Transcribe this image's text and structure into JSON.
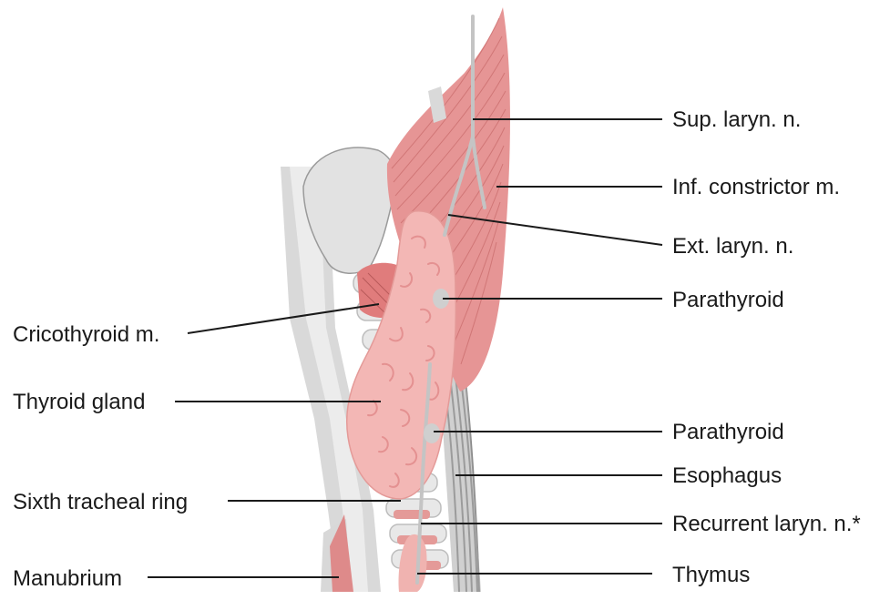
{
  "labels": {
    "sup_laryn_n": "Sup. laryn. n.",
    "inf_constrictor_m": "Inf. constrictor m.",
    "ext_laryn_n": "Ext. laryn. n.",
    "parathyroid_upper": "Parathyroid",
    "cricothyroid_m": "Cricothyroid m.",
    "thyroid_gland": "Thyroid gland",
    "parathyroid_lower": "Parathyroid",
    "esophagus": "Esophagus",
    "sixth_tracheal_ring": "Sixth tracheal ring",
    "recurrent_laryn_n": "Recurrent laryn. n.*",
    "manubrium": "Manubrium",
    "thymus": "Thymus"
  },
  "colors": {
    "muscle": "#e28c8c",
    "muscle_dark": "#c86a6a",
    "gland": "#f2b9b6",
    "cartilage": "#dcdcdc",
    "bone": "#cfcfcf",
    "nerve": "#c8c8c8",
    "esophagus": "#9a9a9a",
    "leader": "#1a1a1a"
  }
}
